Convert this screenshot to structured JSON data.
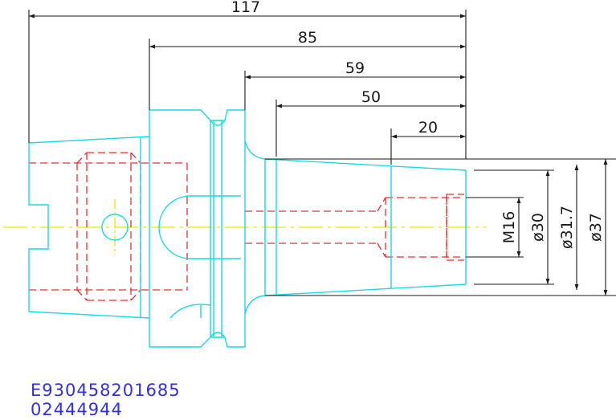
{
  "drawing": {
    "dimensions": {
      "overall_length": "117",
      "flange_to_end": "85",
      "collar_to_end": "59",
      "taper_length": "50",
      "nose_length": "20",
      "thread": "M16",
      "bore_diameter": "ø30",
      "nose_diameter": "ø31.7",
      "outer_diameter": "ø37"
    },
    "colors": {
      "outline": "#19d9e6",
      "hidden": "#e63030",
      "centerline": "#e6e600",
      "dimension": "#1a1a1a",
      "code_text": "#3030e6"
    }
  },
  "codes": {
    "line1": "E930458201685",
    "line2": "02444944"
  }
}
